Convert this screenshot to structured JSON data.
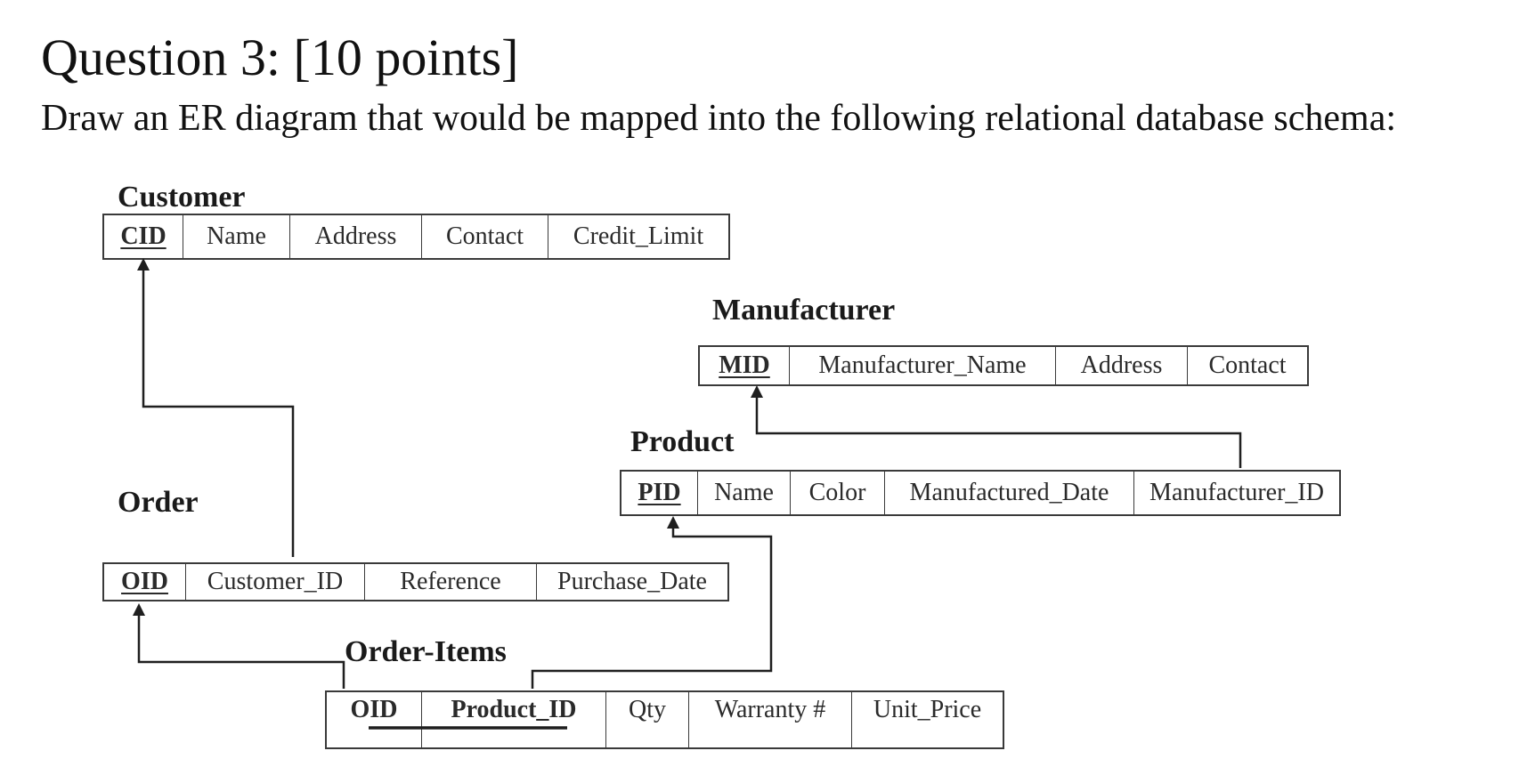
{
  "question": {
    "title": "Question 3: [10 points]",
    "text": "Draw an ER diagram that would be mapped into the following relational database schema:"
  },
  "tables": {
    "customer": {
      "name": "Customer",
      "columns": [
        "CID",
        "Name",
        "Address",
        "Contact",
        "Credit_Limit"
      ]
    },
    "manufacturer": {
      "name": "Manufacturer",
      "columns": [
        "MID",
        "Manufacturer_Name",
        "Address",
        "Contact"
      ]
    },
    "product": {
      "name": "Product",
      "columns": [
        "PID",
        "Name",
        "Color",
        "Manufactured_Date",
        "Manufacturer_ID"
      ]
    },
    "order": {
      "name": "Order",
      "columns": [
        "OID",
        "Customer_ID",
        "Reference",
        "Purchase_Date"
      ]
    },
    "order_items": {
      "name": "Order-Items",
      "columns": [
        "OID",
        "Product_ID",
        "Qty",
        "Warranty #",
        "Unit_Price"
      ]
    }
  },
  "colors": {
    "line": "#1f1f1f",
    "border": "#3a3a3a",
    "text": "#111111"
  }
}
